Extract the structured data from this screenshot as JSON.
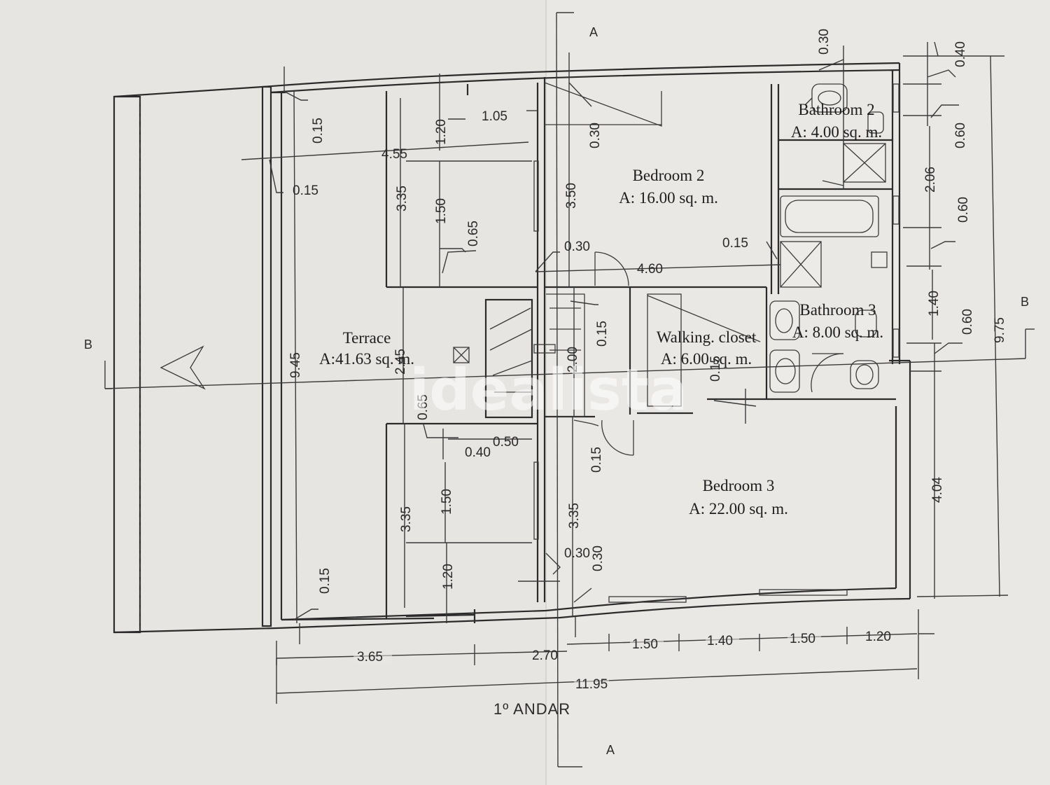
{
  "plan_title": "1º ANDAR",
  "watermark": "idealista",
  "section_markers": {
    "a_top": "A",
    "a_bottom": "A",
    "b_left": "B",
    "b_right": "B"
  },
  "rooms": {
    "terrace": {
      "name": "Terrace",
      "area": "A:41.63 sq. m."
    },
    "bedroom2": {
      "name": "Bedroom 2",
      "area": "A: 16.00 sq. m."
    },
    "bathroom2": {
      "name": "Bathroom 2",
      "area": "A: 4.00 sq. m."
    },
    "closet": {
      "name": "Walking. closet",
      "area": "A: 6.00 sq. m."
    },
    "bathroom3": {
      "name": "Bathroom 3",
      "area": "A: 8.00 sq. m."
    },
    "bedroom3": {
      "name": "Bedroom 3",
      "area": "A: 22.00 sq. m."
    }
  },
  "dimensions": {
    "d015_a": "0.15",
    "d015_b": "0.15",
    "d015_c": "0.15",
    "d015_d": "0.15",
    "d015_e": "0.15",
    "d015_f": "0.15",
    "d455": "4.55",
    "d335_a": "3.35",
    "d335_b": "3.35",
    "d335_c": "3.35",
    "d120_a": "1.20",
    "d120_b": "1.20",
    "d105": "1.05",
    "d150_a": "1.50",
    "d150_b": "1.50",
    "d065_a": "0.65",
    "d065_b": "0.65",
    "d945": "9.45",
    "d245": "2.45",
    "d040": "0.40",
    "d050": "0.50",
    "d030_a": "0.30",
    "d030_b": "0.30",
    "d030_c": "0.30",
    "d030_d": "0.30",
    "d030_e": "0.30",
    "d350": "3.50",
    "d460": "4.60",
    "d200": "2.00",
    "d015_g": "0.15",
    "d040_r": "0.40",
    "d060_a": "0.60",
    "d060_b": "0.60",
    "d060_c": "0.60",
    "d206": "2.06",
    "d140_r": "1.40",
    "d975": "9.75",
    "d404": "4.04",
    "d365": "3.65",
    "d270": "2.70",
    "d150_c": "1.50",
    "d140_b": "1.40",
    "d150_d": "1.50",
    "d120_c": "1.20",
    "d1195": "11.95"
  }
}
